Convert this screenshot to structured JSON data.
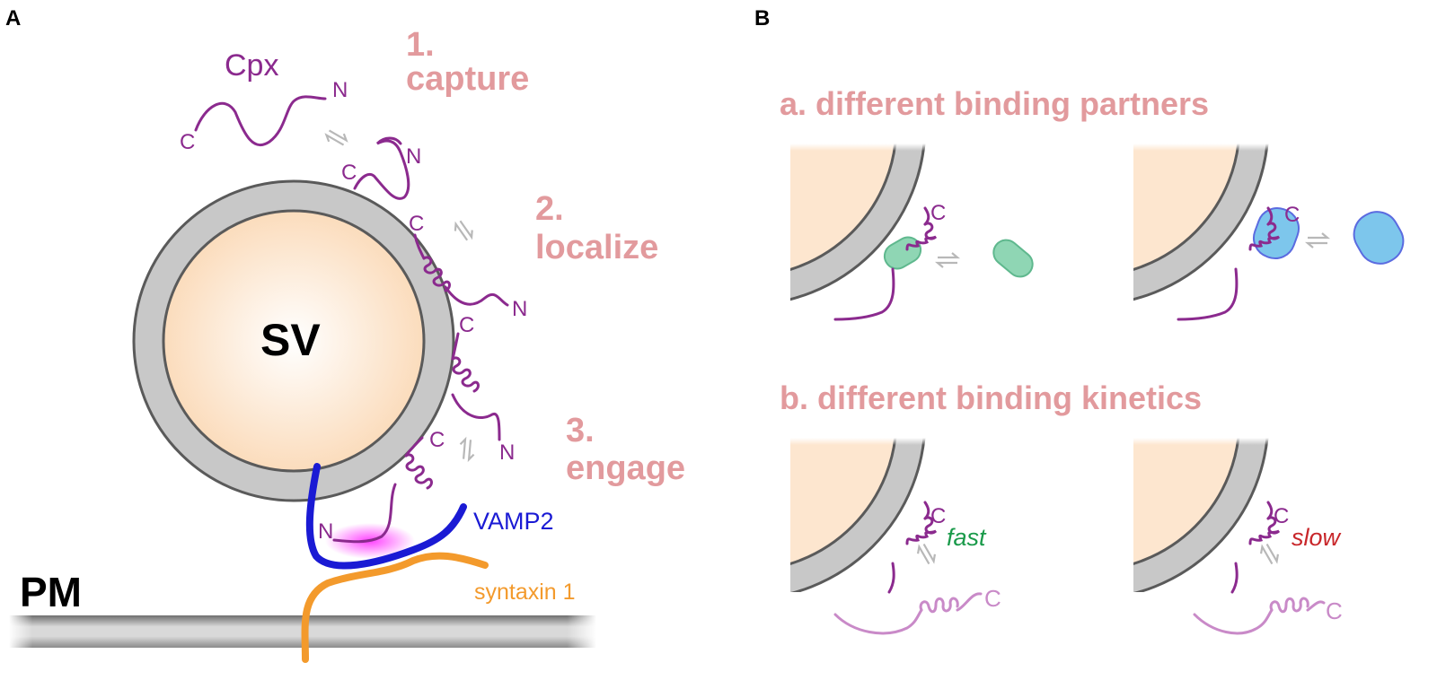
{
  "panelA": {
    "letter": "A",
    "cpx_label": "Cpx",
    "step1_num": "1.",
    "step1_text": "capture",
    "step2_num": "2.",
    "step2_text": "localize",
    "step3_num": "3.",
    "step3_text": "engage",
    "sv_label": "SV",
    "pm_label": "PM",
    "vamp_label": "VAMP2",
    "syntaxin_label": "syntaxin 1",
    "n_terminus": "N",
    "c_terminus": "C"
  },
  "panelB": {
    "letter": "B",
    "heading_a": "a. different binding partners",
    "heading_b": "b. different binding kinetics",
    "fast_label": "fast",
    "slow_label": "slow",
    "c_terminus": "C"
  },
  "colors": {
    "cpx_purple": "#8b2a8e",
    "cpx_light": "#c98ac8",
    "step_pink": "#e29a9d",
    "membrane_gray": "#c8c8c8",
    "vesicle_lumen": "#fde6cf",
    "vamp_blue": "#1a1ad4",
    "syntaxin_orange": "#f39a2c",
    "partner_green": "#8fd6b4",
    "partner_blue": "#7dc6ec",
    "fast_green": "#1a9a4a",
    "slow_red": "#c8262a"
  },
  "icons": [
    "equilibrium-arrows-icon",
    "vesicle-icon",
    "cpx-protein-icon"
  ]
}
